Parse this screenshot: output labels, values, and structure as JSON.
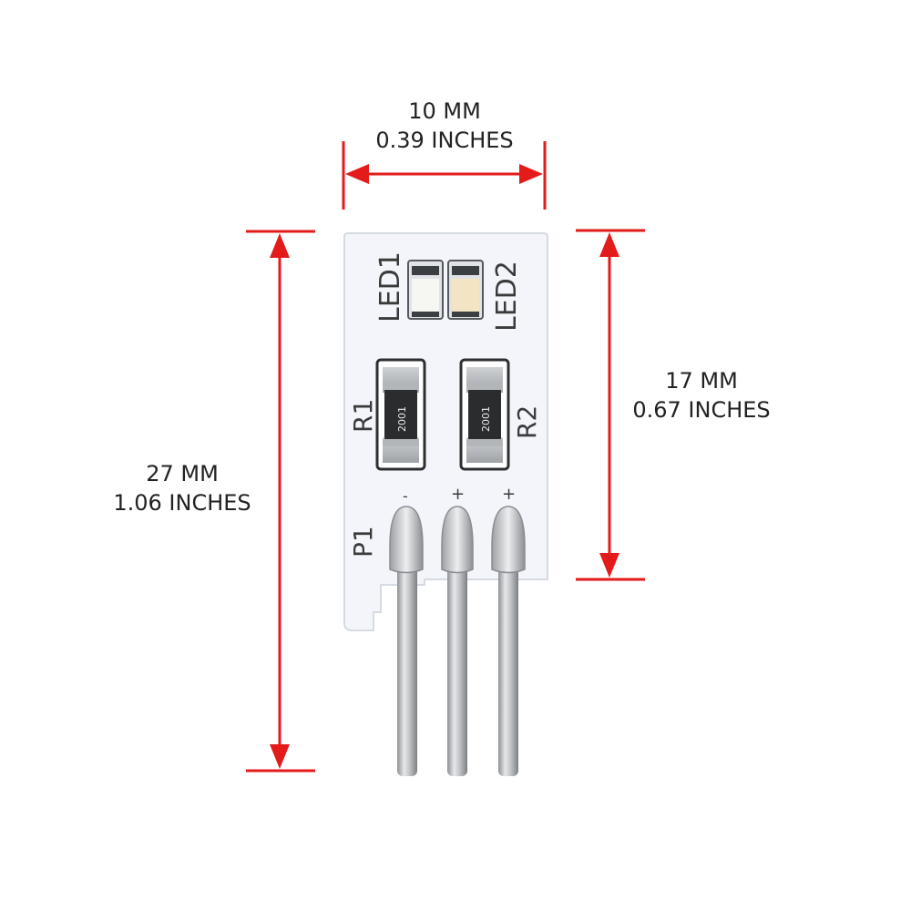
{
  "dimensions": {
    "width": {
      "mm": "10 MM",
      "inches": "0.39 INCHES"
    },
    "height_total": {
      "mm": "27 MM",
      "inches": "1.06 INCHES"
    },
    "height_board": {
      "mm": "17 MM",
      "inches": "0.67 INCHES"
    }
  },
  "board": {
    "led1_label": "LED1",
    "led2_label": "LED2",
    "r1_label": "R1",
    "r2_label": "R2",
    "p1_label": "P1",
    "resistor_code": "2001",
    "pin_minus": "-",
    "pin_plus_1": "+",
    "pin_plus_2": "+"
  },
  "colors": {
    "dimension_line": "#e31b1b",
    "board": "#f4f6fb",
    "pin": "#b9bcbf"
  }
}
